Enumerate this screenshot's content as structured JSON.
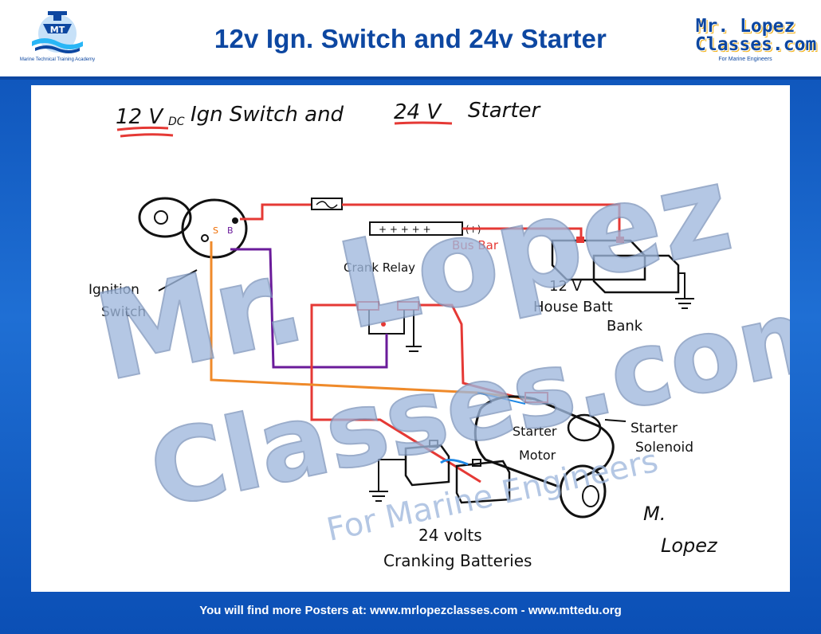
{
  "header": {
    "title": "12v Ign. Switch and 24v Starter",
    "logo_caption": "Marine Technical Training Academy",
    "brand_line1": "Mr. Lopez",
    "brand_line2": "Classes.com",
    "brand_tagline": "For Marine Engineers"
  },
  "diagram": {
    "handwritten_title_a": "12 V",
    "handwritten_title_dc": "DC",
    "handwritten_title_b": "Ign Switch and",
    "handwritten_title_c": "24 V",
    "handwritten_title_d": "Starter",
    "ignition_switch_label_1": "Ignition",
    "ignition_switch_label_2": "Switch",
    "terminal_s": "S",
    "terminal_b": "B",
    "bus_bar_label": "Bus Bar",
    "bus_bar_plus": "(+)",
    "crank_relay_label": "Crank Relay",
    "house_batt_label_1": "12 V",
    "house_batt_label_2": "House Batt",
    "house_batt_label_3": "Bank",
    "starter_solenoid_label_1": "Starter",
    "starter_solenoid_label_2": "Solenoid",
    "starter_motor_label_1": "Starter",
    "starter_motor_label_2": "Motor",
    "cranking_batt_label_1": "24 volts",
    "cranking_batt_label_2": "Cranking Batteries",
    "signature_1": "M.",
    "signature_2": "Lopez"
  },
  "watermark": {
    "line1": "Mr. Lopez",
    "line2": "Classes.com",
    "line3": "For Marine Engineers"
  },
  "footer": {
    "text": "You will find more Posters at: www.mrlopezclasses.com - www.mttedu.org"
  },
  "colors": {
    "brand_blue": "#0d47a1",
    "wire_red": "#e53935",
    "wire_purple": "#6a1b9a",
    "wire_orange": "#ef8a2a",
    "wire_blue": "#1e88e5",
    "watermark": "#9fb8dd"
  }
}
